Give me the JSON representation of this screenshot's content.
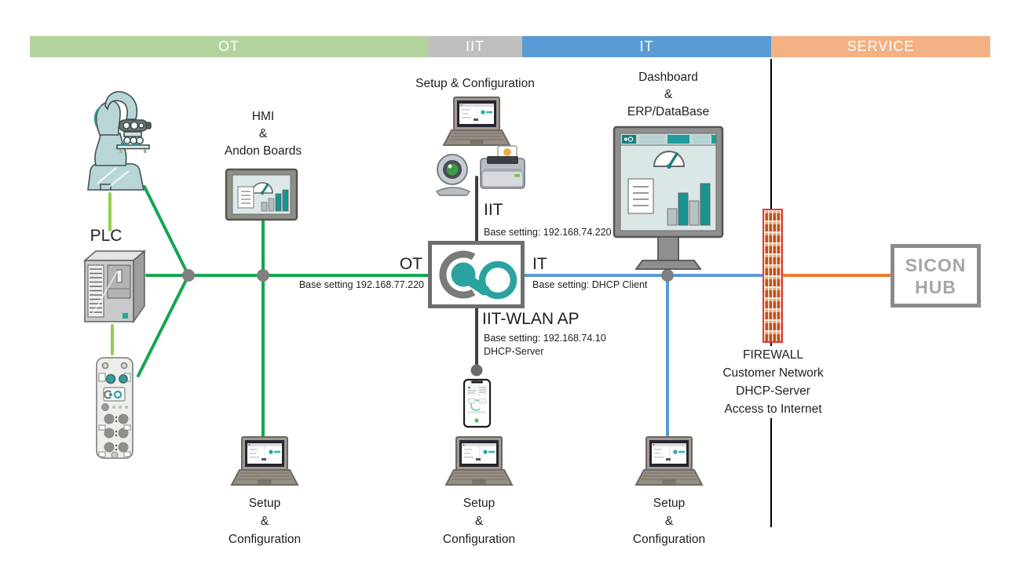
{
  "header": {
    "zones": [
      {
        "label": "OT",
        "color": "#b3d39c"
      },
      {
        "label": "IIT",
        "color": "#bfbfbf"
      },
      {
        "label": "IT",
        "color": "#5b9bd5"
      },
      {
        "label": "SERVICE",
        "color": "#f4b183"
      }
    ]
  },
  "ot_zone": {
    "plc_label": "PLC",
    "hmi_label": "HMI\n&\nAndon Boards"
  },
  "iit_zone": {
    "top_label": "Setup & Configuration"
  },
  "it_zone": {
    "dashboard_label": "Dashboard\n&\nERP/DataBase"
  },
  "gateway": {
    "ot_port": "OT",
    "ot_setting": "Base setting 192.168.77.220",
    "iit_port": "IIT",
    "iit_setting": "Base setting: 192.168.74.220",
    "it_port": "IT",
    "it_setting": "Base setting: DHCP Client",
    "wlan_port": "IIT-WLAN AP",
    "wlan_setting": "Base setting: 192.168.74.10\nDHCP-Server"
  },
  "service_zone": {
    "firewall_label": "FIREWALL\nCustomer Network\nDHCP-Server\nAccess to Internet",
    "hub_label": "SICON\nHUB"
  },
  "bottom_labels": {
    "setup_config": "Setup\n&\nConfiguration"
  },
  "icons": {
    "robot": "robot-arm-icon",
    "plc": "plc-controller-icon",
    "io_module": "io-module-icon",
    "hmi": "hmi-panel-icon",
    "laptop": "laptop-icon",
    "webcam": "webcam-icon",
    "printer": "photo-printer-icon",
    "monitor": "dashboard-monitor-icon",
    "smartphone": "smartphone-icon",
    "gateway_logo": "connectivity-gateway-logo-icon",
    "firewall": "firewall-wall-icon"
  },
  "colors": {
    "ot_line": "#14a650",
    "ot_line_light": "#92d050",
    "iit_line": "#3f3f3f",
    "it_line": "#5b9bd5",
    "service_line": "#ed7d31",
    "junction_dot": "#7f7f7f",
    "teal_accent": "#2aa3a0",
    "firewall_border": "#e53935"
  }
}
